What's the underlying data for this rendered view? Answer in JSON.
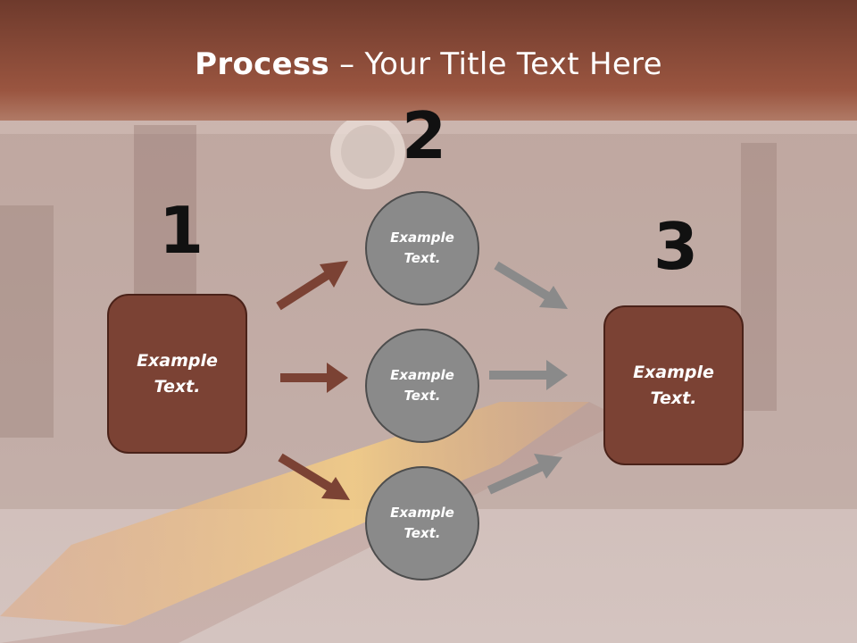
{
  "title": {
    "bold": "Process",
    "rest": " – Your Title Text Here"
  },
  "steps": {
    "one": "1",
    "two": "2",
    "three": "3"
  },
  "left_box": {
    "line1": "Example",
    "line2": "Text."
  },
  "right_box": {
    "line1": "Example",
    "line2": "Text."
  },
  "circles": [
    {
      "line1": "Example",
      "line2": "Text."
    },
    {
      "line1": "Example",
      "line2": "Text."
    },
    {
      "line1": "Example",
      "line2": "Text."
    }
  ],
  "colors": {
    "box_fill": "#7b4234",
    "arrow_brown": "#7b4234",
    "arrow_gray": "#8a8a8a",
    "circle_fill": "#8a8a8a",
    "header": "#8a4632"
  }
}
